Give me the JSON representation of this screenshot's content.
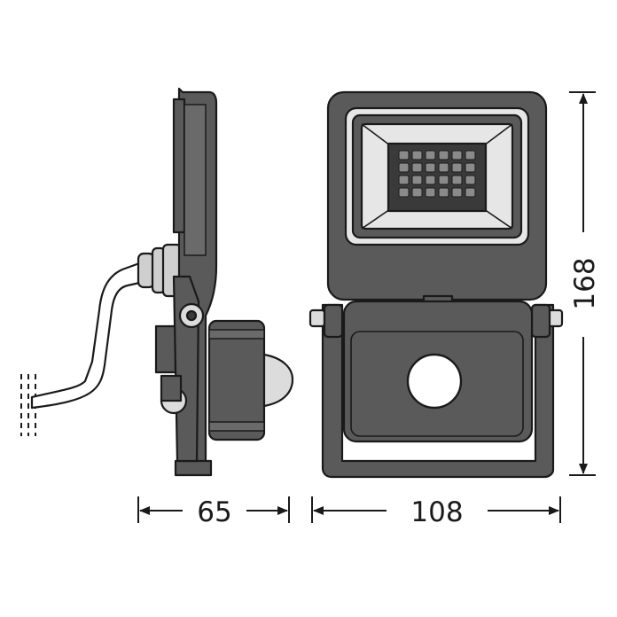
{
  "dimensions": {
    "depth": "65",
    "width": "108",
    "height": "168"
  },
  "colors": {
    "line": "#1a1a1a",
    "housing": "#5a5a5a",
    "housing_dark": "#3a3a3a",
    "panel": "#e6e6e6",
    "led": "#8a8a8a",
    "background": "#ffffff"
  }
}
